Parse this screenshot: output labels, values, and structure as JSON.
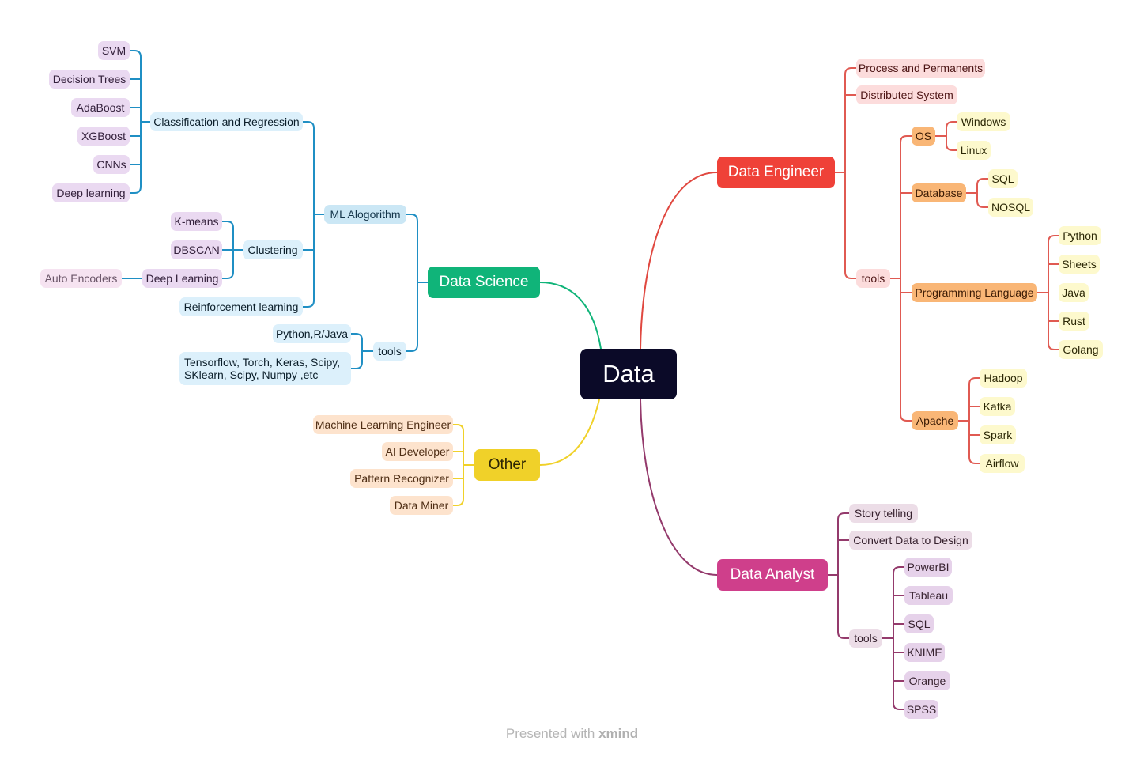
{
  "root": "Data",
  "branches": {
    "data_science": {
      "label": "Data Science",
      "color": "#10b479",
      "ml_algorithm": {
        "label": "ML Alogorithm",
        "classification": {
          "label": "Classification and Regression",
          "items": [
            "SVM",
            "Decision Trees",
            "AdaBoost",
            "XGBoost",
            "CNNs",
            "Deep learning"
          ]
        },
        "clustering": {
          "label": "Clustering",
          "items": [
            "K-means",
            "DBSCAN",
            "Deep Learning"
          ],
          "deep_learning_child": "Auto Encoders"
        },
        "reinforcement": "Reinforcement learning"
      },
      "tools": {
        "label": "tools",
        "items": [
          "Python,R/Java",
          "Tensorflow, Torch, Keras, Scipy, SKlearn, Scipy, Numpy ,etc"
        ]
      }
    },
    "other": {
      "label": "Other",
      "color": "#f0d129",
      "items": [
        "Machine Learning Engineer",
        "AI Developer",
        "Pattern Recognizer",
        "Data Miner"
      ]
    },
    "data_engineer": {
      "label": "Data Engineer",
      "color": "#ef4138",
      "items": [
        "Process and Permanents",
        "Distributed System"
      ],
      "tools": {
        "label": "tools",
        "os": {
          "label": "OS",
          "items": [
            "Windows",
            "Linux"
          ]
        },
        "database": {
          "label": "Database",
          "items": [
            "SQL",
            "NOSQL"
          ]
        },
        "programming": {
          "label": "Programming Language",
          "items": [
            "Python",
            "Sheets",
            "Java",
            "Rust",
            "Golang"
          ]
        },
        "apache": {
          "label": "Apache",
          "items": [
            "Hadoop",
            "Kafka",
            "Spark",
            "Airflow"
          ]
        }
      }
    },
    "data_analyst": {
      "label": "Data Analyst",
      "color": "#cf3f8b",
      "items": [
        "Story telling",
        "Convert Data to Design"
      ],
      "tools": {
        "label": "tools",
        "items": [
          "PowerBI",
          "Tableau",
          "SQL",
          "KNIME",
          "Orange",
          "SPSS"
        ]
      }
    }
  },
  "footer": {
    "prefix": "Presented with",
    "brand": "xmind"
  }
}
